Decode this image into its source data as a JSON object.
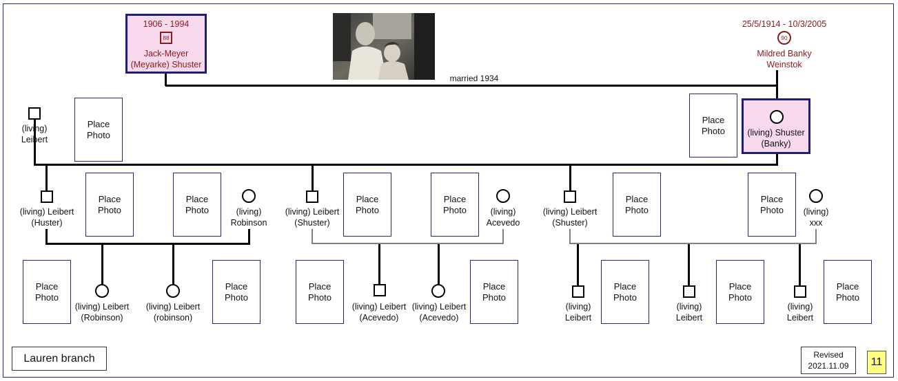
{
  "grandparents": {
    "husband": {
      "dates": "1906 - 1994",
      "age": "88",
      "name": "Jack-Meyer\n(Meyarke) Shuster"
    },
    "wife": {
      "dates": "25/5/1914 - 10/3/2005",
      "age": "90",
      "name": "Mildred Banky\nWeinstok"
    },
    "marriage": "married 1934"
  },
  "gen2": {
    "spouse": {
      "name": "(living)\nLeibert"
    },
    "child": {
      "name": "(living) Shuster\n(Banky)"
    }
  },
  "gen3": [
    {
      "name": "(living) Leibert\n(Huster)"
    },
    {
      "name": "(living)\nRobinson"
    },
    {
      "name": "(living) Leibert\n(Shuster)"
    },
    {
      "name": "(living)\nAcevedo"
    },
    {
      "name": "(living) Leibert\n(Shuster)"
    },
    {
      "name": "(living)\nxxx"
    }
  ],
  "gen4": [
    {
      "name": "(living) Leibert\n(Robinson)"
    },
    {
      "name": "(living) Leibert\n(robinson)"
    },
    {
      "name": "(living) Leibert\n(Acevedo)"
    },
    {
      "name": "(living) Leibert\n(Acevedo)"
    },
    {
      "name": "(living)\nLeibert"
    },
    {
      "name": "(living)\nLeibert"
    },
    {
      "name": "(living)\nLeibert"
    }
  ],
  "photo_placeholder": "Place\nPhoto",
  "branch_label": "Lauren branch",
  "revised": "Revised\n2021.11.09",
  "page_number": "11"
}
